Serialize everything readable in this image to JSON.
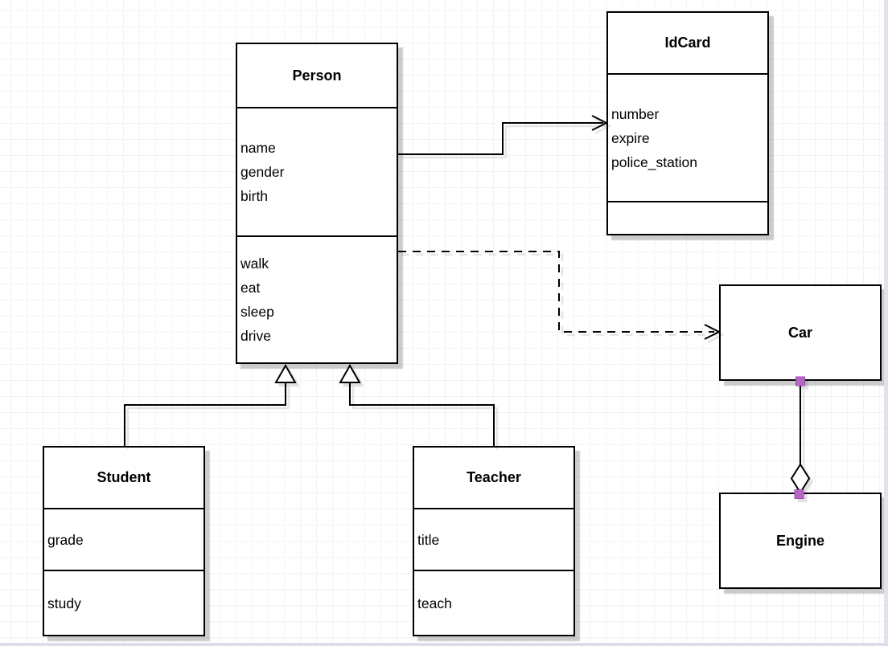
{
  "app": {
    "view": "uml-class-diagram-canvas"
  },
  "diagram": {
    "classes": {
      "person": {
        "title": "Person",
        "attributes": [
          "name",
          "gender",
          "birth"
        ],
        "methods": [
          "walk",
          "eat",
          "sleep",
          "drive"
        ]
      },
      "idcard": {
        "title": "IdCard",
        "attributes": [
          "number",
          "expire",
          "police_station"
        ],
        "methods": []
      },
      "car": {
        "title": "Car",
        "attributes": [],
        "methods": []
      },
      "engine": {
        "title": "Engine",
        "attributes": [],
        "methods": []
      },
      "student": {
        "title": "Student",
        "attributes": [
          "grade"
        ],
        "methods": [
          "study"
        ]
      },
      "teacher": {
        "title": "Teacher",
        "attributes": [
          "title"
        ],
        "methods": [
          "teach"
        ]
      }
    },
    "relationships": [
      {
        "type": "association",
        "from": "Person",
        "to": "IdCard",
        "line": "solid",
        "arrow": "open-arrow"
      },
      {
        "type": "dependency",
        "from": "Person",
        "to": "Car",
        "line": "dashed",
        "arrow": "open-arrow"
      },
      {
        "type": "generalization",
        "from": "Student",
        "to": "Person",
        "line": "solid",
        "arrow": "hollow-triangle"
      },
      {
        "type": "generalization",
        "from": "Teacher",
        "to": "Person",
        "line": "solid",
        "arrow": "hollow-triangle"
      },
      {
        "type": "aggregation",
        "from": "Car",
        "to": "Engine",
        "line": "solid",
        "arrow": "hollow-diamond",
        "endpoint_handles": 2
      }
    ],
    "colors": {
      "box_fill": "#ffffff",
      "box_border": "#000000",
      "edge_stroke": "#000000",
      "grid_line": "#f2f3f7",
      "endpoint_handle": "#b568c2",
      "endpoint_handle_border": "#9a4bae",
      "page_edge": "#dcdfe9"
    }
  }
}
